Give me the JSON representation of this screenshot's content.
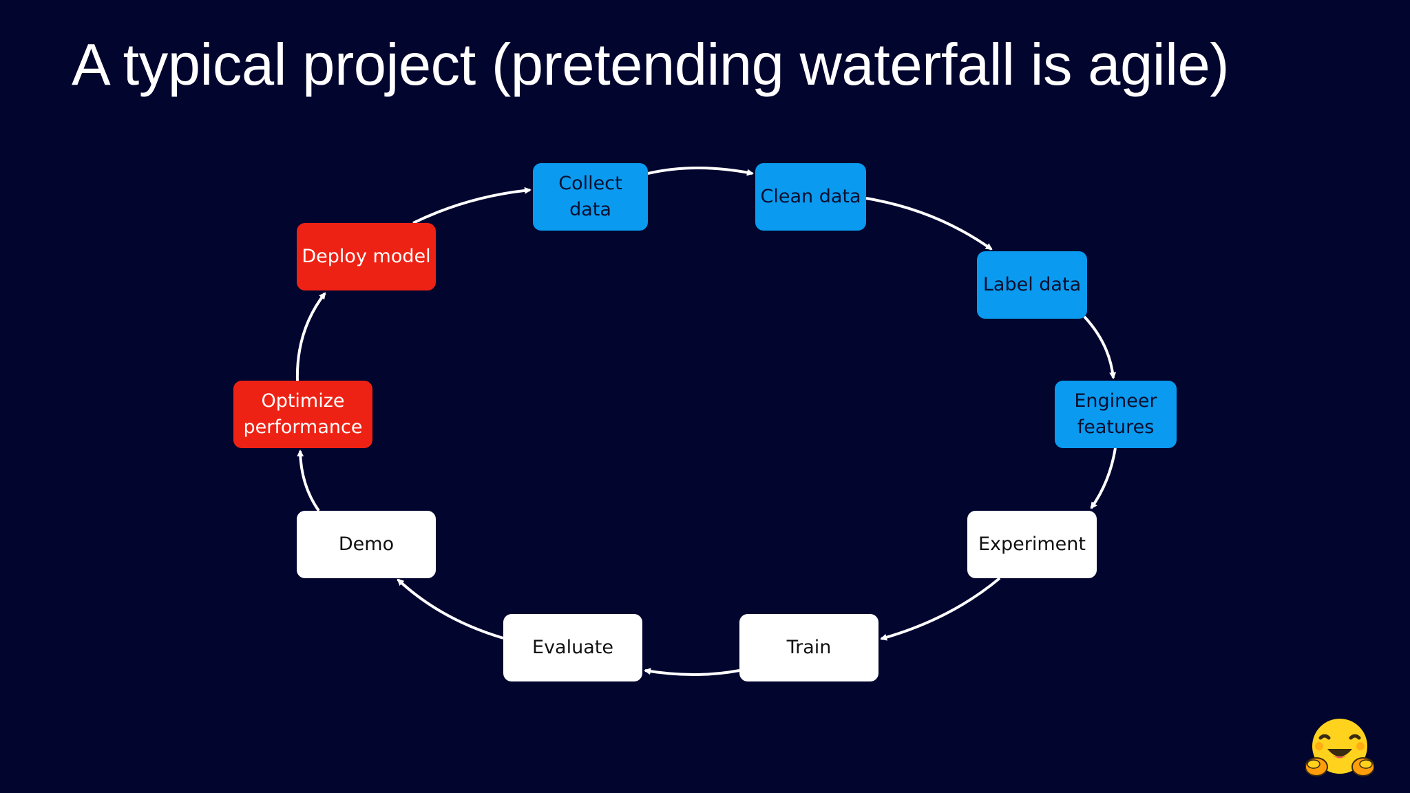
{
  "slide": {
    "title": "A typical project (pretending waterfall is agile)"
  },
  "diagram": {
    "colors": {
      "background": "#02052e",
      "data_step": "#0a9aef",
      "deploy_step": "#ee2214",
      "model_step": "#ffffff",
      "arrow": "#ffffff"
    },
    "nodes": [
      {
        "id": "collect",
        "label": "Collect\ndata",
        "color": "blue"
      },
      {
        "id": "clean",
        "label": "Clean data",
        "color": "blue"
      },
      {
        "id": "label",
        "label": "Label data",
        "color": "blue"
      },
      {
        "id": "engineer",
        "label": "Engineer\nfeatures",
        "color": "blue"
      },
      {
        "id": "experiment",
        "label": "Experiment",
        "color": "white"
      },
      {
        "id": "train",
        "label": "Train",
        "color": "white"
      },
      {
        "id": "evaluate",
        "label": "Evaluate",
        "color": "white"
      },
      {
        "id": "demo",
        "label": "Demo",
        "color": "white"
      },
      {
        "id": "optimize",
        "label": "Optimize\nperformance",
        "color": "red"
      },
      {
        "id": "deploy",
        "label": "Deploy model",
        "color": "red"
      }
    ],
    "edges": [
      {
        "from": "collect",
        "to": "clean"
      },
      {
        "from": "clean",
        "to": "label"
      },
      {
        "from": "label",
        "to": "engineer"
      },
      {
        "from": "engineer",
        "to": "experiment"
      },
      {
        "from": "experiment",
        "to": "train"
      },
      {
        "from": "train",
        "to": "evaluate"
      },
      {
        "from": "evaluate",
        "to": "demo"
      },
      {
        "from": "demo",
        "to": "optimize"
      },
      {
        "from": "optimize",
        "to": "deploy"
      },
      {
        "from": "deploy",
        "to": "collect"
      }
    ]
  },
  "logo": {
    "icon": "hugging-face-emoji"
  }
}
